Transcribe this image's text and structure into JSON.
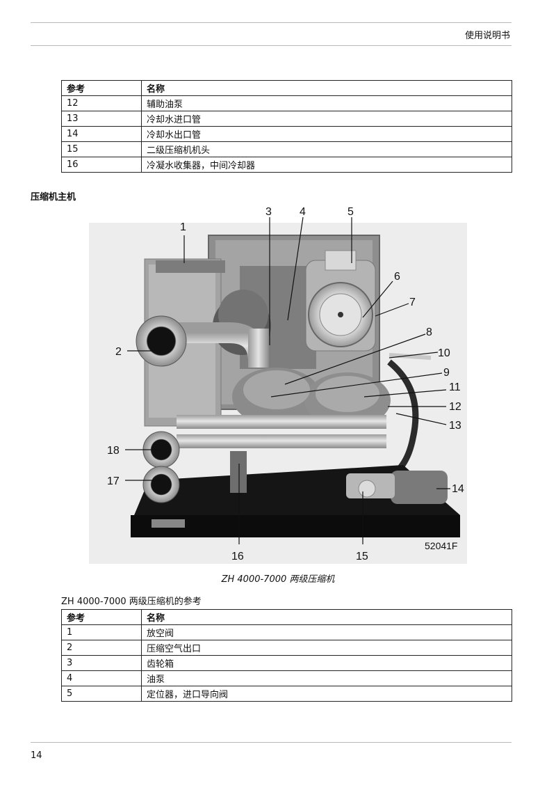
{
  "header": {
    "title": "使用说明书"
  },
  "table1": {
    "headers": [
      "参考",
      "名称"
    ],
    "rows": [
      [
        "12",
        "辅助油泵"
      ],
      [
        "13",
        "冷却水进口管"
      ],
      [
        "14",
        "冷却水出口管"
      ],
      [
        "15",
        "二级压缩机机头"
      ],
      [
        "16",
        "冷凝水收集器，中间冷却器"
      ]
    ]
  },
  "section": {
    "title": "压缩机主机"
  },
  "figure": {
    "code": "52041F",
    "caption": "ZH 4000-7000 两级压缩机",
    "callouts": [
      "1",
      "2",
      "3",
      "4",
      "5",
      "6",
      "7",
      "8",
      "9",
      "10",
      "11",
      "12",
      "13",
      "14",
      "15",
      "16",
      "17",
      "18"
    ]
  },
  "table2": {
    "caption": "ZH 4000-7000 两级压缩机的参考",
    "headers": [
      "参考",
      "名称"
    ],
    "rows": [
      [
        "1",
        "放空阀"
      ],
      [
        "2",
        "压缩空气出口"
      ],
      [
        "3",
        "齿轮箱"
      ],
      [
        "4",
        "油泵"
      ],
      [
        "5",
        "定位器，进口导向阀"
      ]
    ]
  },
  "footer": {
    "page_number": "14"
  }
}
